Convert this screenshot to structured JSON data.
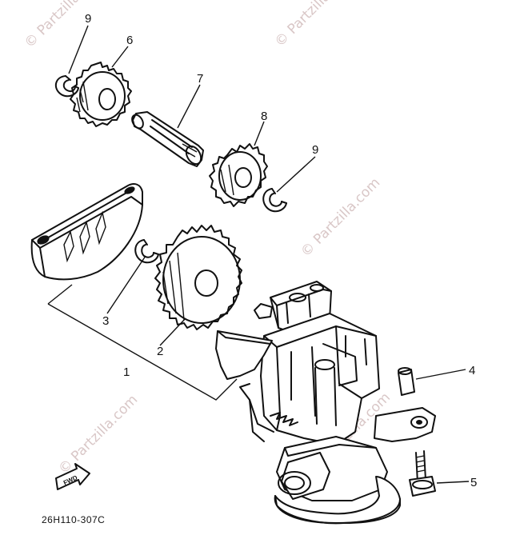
{
  "watermark": "© Partzilla.com",
  "diagram_code": "26H110-307C",
  "fwd_label": "FWD",
  "callouts": {
    "c1": "1",
    "c2": "2",
    "c3": "3",
    "c4": "4",
    "c5": "5",
    "c6": "6",
    "c7": "7",
    "c8": "8",
    "c9a": "9",
    "c9b": "9"
  },
  "colors": {
    "line": "#111111",
    "watermark": "#d9c7c7",
    "background": "#ffffff"
  }
}
